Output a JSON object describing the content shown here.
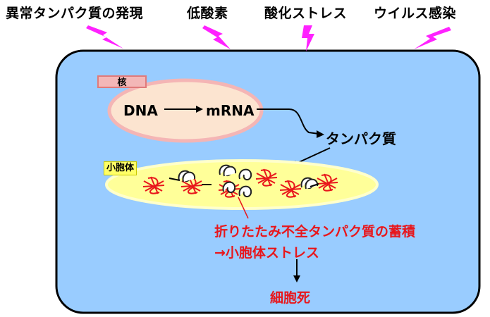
{
  "stressors": [
    {
      "label": "異常タンパク質の発現"
    },
    {
      "label": "低酸素"
    },
    {
      "label": "酸化ストレス"
    },
    {
      "label": "ウイルス感染"
    }
  ],
  "cell": {
    "nucleus_label": "核",
    "dna": "DNA",
    "mrna": "mRNA",
    "protein": "タンパク質",
    "er_label": "小胞体",
    "misfolded_line1": "折りたたみ不全タンパク質の蓄積",
    "misfolded_line2": "→小胞体ストレス",
    "outcome": "細胞死"
  },
  "colors": {
    "cell_fill": "#99ccff",
    "nucleus_fill": "#fce4d0",
    "nucleus_border": "#f4b5b5",
    "er_fill": "#ffff99",
    "lightning": "#ff22ff",
    "misfolded": "#e8161b"
  }
}
